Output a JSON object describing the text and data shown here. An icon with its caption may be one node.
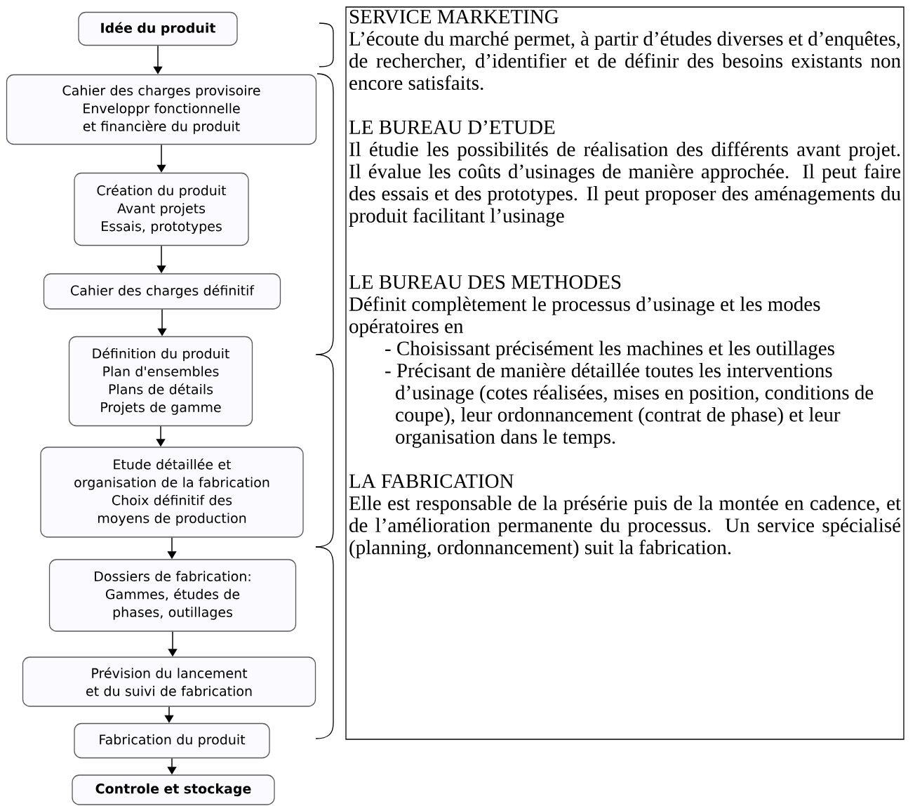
{
  "diagram": {
    "nodes": [
      {
        "text": [
          "Idée du produit"
        ]
      },
      {
        "text": [
          "Cahier des charges provisoire",
          "Enveloppr fonctionnelle et financière du produit"
        ]
      },
      {
        "text": [
          "Création du produit",
          "Avant projets",
          "Essais, prototypes"
        ]
      },
      {
        "text": [
          "Cahier des charges définitif"
        ]
      },
      {
        "text": [
          "Définition du produit",
          "Plan d'ensembles",
          "Plans de détails",
          "Projets de gamme"
        ]
      },
      {
        "text": [
          "Etude détaillée et organisation de la fabrication",
          "Choix définitif des moyens de production"
        ]
      },
      {
        "text": [
          "Dossiers de fabrication: Gammes, études de phases, outillages"
        ]
      },
      {
        "text": [
          "Prévision du lancement et du suivi de fabrication"
        ]
      },
      {
        "text": [
          "Fabrication du produit"
        ]
      },
      {
        "text": [
          "Controle et stockage"
        ]
      },
      {
        "text": [
          "SERVICE MARKETING",
          "L’écoute du marché permet, à partir d’études diverses et d’enquêtes, de rechercher, d’identifier et de définir des besoins existants non encore satisfaits.",
          "LE BUREAU D’ETUDE",
          "Il étudie les possibilités de réalisation des différents avant projet. Il évalue les coûts d’usinages de manière approchée. Il peut faire des essais et des prototypes. Il peut proposer des aménagements du produit facilitant l’usinage",
          "LE BUREAU DES METHODES",
          "Définit complètement le processus d’usinage et les modes opératoires en",
          "- Choisissant précisément les machines et les outillages",
          "- Précisant de manière détaillée toutes les interventions d’usinage  (cotes réalisées, mises en position, conditions de coupe), leur ordonnancement (contrat de phase) et leur organisation dans le temps.",
          "LA FABRICATION",
          "Elle est responsable de la présérie puis de la montée en cadence, et de l’amélioration permanente du processus. Un service spécialisé (planning, ordonnancement) suit la fabrication."
        ]
      }
    ],
    "edges": [
      {
        "from": 0,
        "to": 1,
        "arrow": "to"
      },
      {
        "from": 1,
        "to": 2,
        "arrow": "to"
      },
      {
        "from": 2,
        "to": 3,
        "arrow": "to"
      },
      {
        "from": 3,
        "to": 4,
        "arrow": "to"
      },
      {
        "from": 4,
        "to": 5,
        "arrow": "to"
      },
      {
        "from": 5,
        "to": 6,
        "arrow": "to"
      },
      {
        "from": 6,
        "to": 7,
        "arrow": "to"
      },
      {
        "from": 7,
        "to": 8,
        "arrow": "to"
      },
      {
        "from": 8,
        "to": 9,
        "arrow": "to"
      }
    ]
  }
}
